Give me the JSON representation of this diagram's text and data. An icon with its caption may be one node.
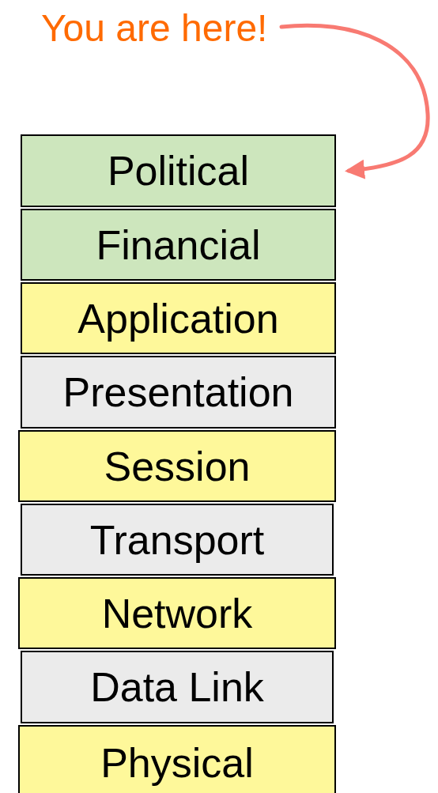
{
  "diagram": {
    "nodes": [
      {
        "text": [
          "You are here!"
        ]
      },
      {
        "text": [
          "Political"
        ]
      },
      {
        "text": [
          "Financial"
        ]
      },
      {
        "text": [
          "Application"
        ]
      },
      {
        "text": [
          "Presentation"
        ]
      },
      {
        "text": [
          "Session"
        ]
      },
      {
        "text": [
          "Transport"
        ]
      },
      {
        "text": [
          "Network"
        ]
      },
      {
        "text": [
          "Data Link"
        ]
      },
      {
        "text": [
          "Physical"
        ]
      }
    ],
    "edges": [
      {
        "from": 0,
        "to": 1,
        "arrow": "to",
        "color": "#f87a72"
      }
    ]
  }
}
